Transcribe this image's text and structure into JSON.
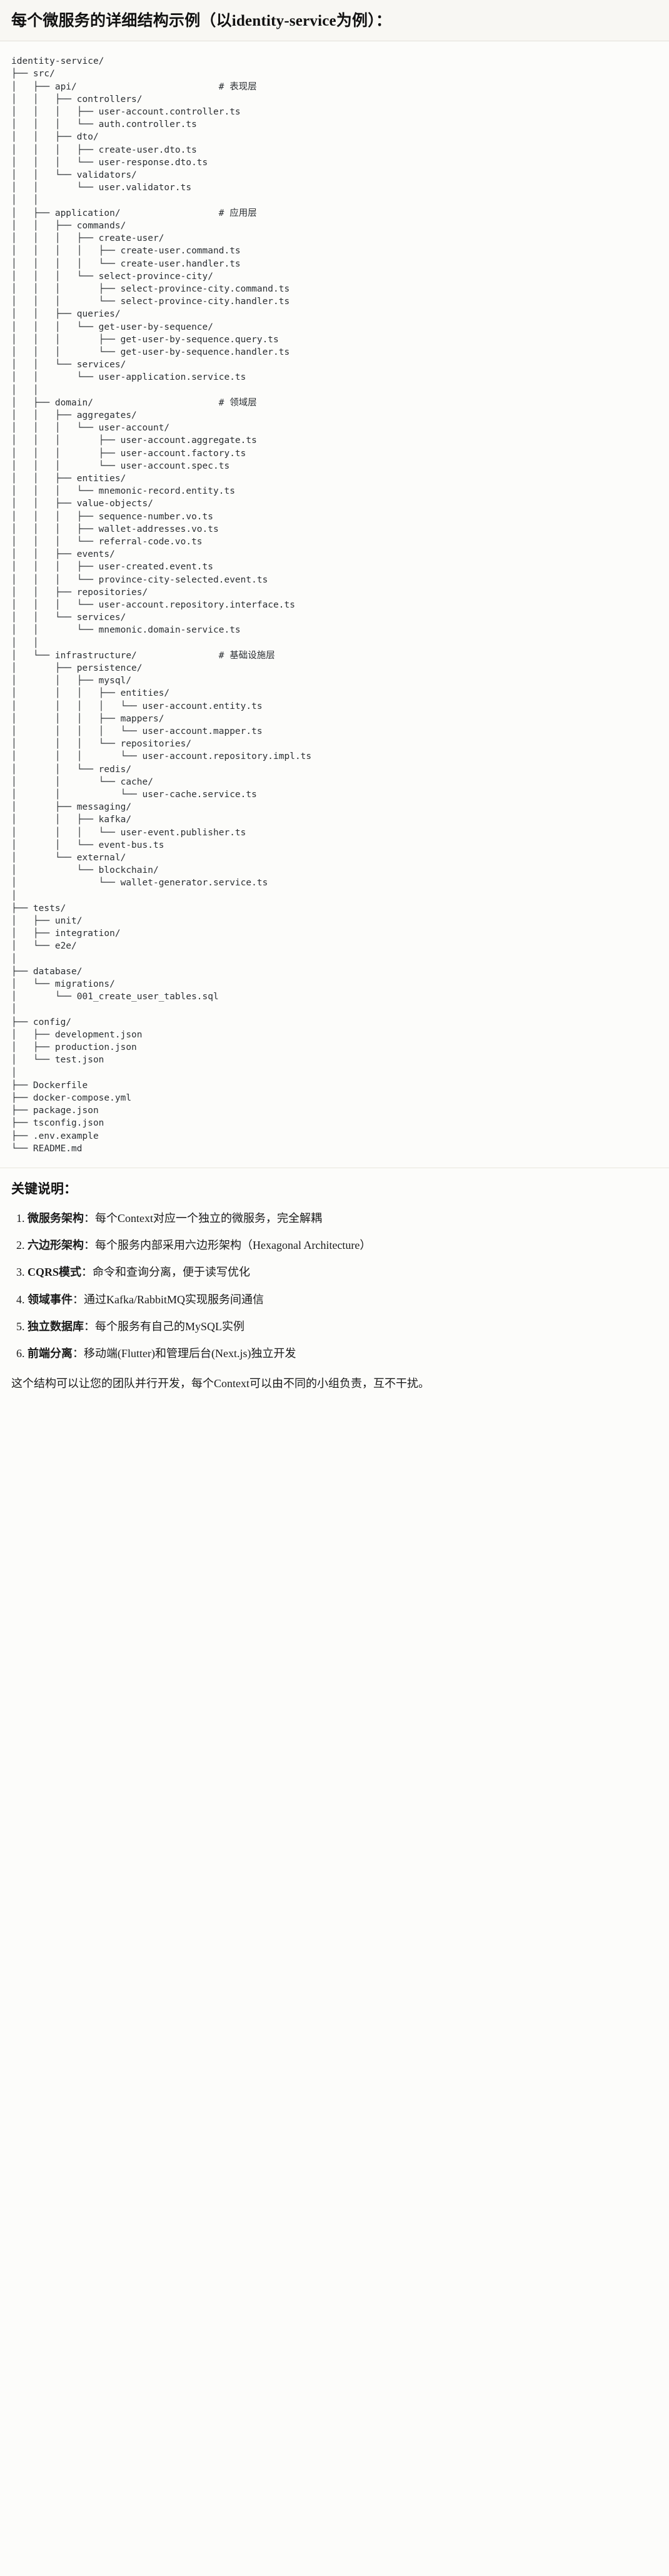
{
  "header": {
    "title": "每个微服务的详细结构示例（以identity-service为例）："
  },
  "tree": {
    "root": "identity-service/",
    "text": "identity-service/\n├── src/\n│   ├── api/                          # 表现层\n│   │   ├── controllers/\n│   │   │   ├── user-account.controller.ts\n│   │   │   └── auth.controller.ts\n│   │   ├── dto/\n│   │   │   ├── create-user.dto.ts\n│   │   │   └── user-response.dto.ts\n│   │   └── validators/\n│   │       └── user.validator.ts\n│   │\n│   ├── application/                  # 应用层\n│   │   ├── commands/\n│   │   │   ├── create-user/\n│   │   │   │   ├── create-user.command.ts\n│   │   │   │   └── create-user.handler.ts\n│   │   │   └── select-province-city/\n│   │   │       ├── select-province-city.command.ts\n│   │   │       └── select-province-city.handler.ts\n│   │   ├── queries/\n│   │   │   └── get-user-by-sequence/\n│   │   │       ├── get-user-by-sequence.query.ts\n│   │   │       └── get-user-by-sequence.handler.ts\n│   │   └── services/\n│   │       └── user-application.service.ts\n│   │\n│   ├── domain/                       # 领域层\n│   │   ├── aggregates/\n│   │   │   └── user-account/\n│   │   │       ├── user-account.aggregate.ts\n│   │   │       ├── user-account.factory.ts\n│   │   │       └── user-account.spec.ts\n│   │   ├── entities/\n│   │   │   └── mnemonic-record.entity.ts\n│   │   ├── value-objects/\n│   │   │   ├── sequence-number.vo.ts\n│   │   │   ├── wallet-addresses.vo.ts\n│   │   │   └── referral-code.vo.ts\n│   │   ├── events/\n│   │   │   ├── user-created.event.ts\n│   │   │   └── province-city-selected.event.ts\n│   │   ├── repositories/\n│   │   │   └── user-account.repository.interface.ts\n│   │   └── services/\n│   │       └── mnemonic.domain-service.ts\n│   │\n│   └── infrastructure/               # 基础设施层\n│       ├── persistence/\n│       │   ├── mysql/\n│       │   │   ├── entities/\n│       │   │   │   └── user-account.entity.ts\n│       │   │   ├── mappers/\n│       │   │   │   └── user-account.mapper.ts\n│       │   │   └── repositories/\n│       │   │       └── user-account.repository.impl.ts\n│       │   └── redis/\n│       │       └── cache/\n│       │           └── user-cache.service.ts\n│       ├── messaging/\n│       │   ├── kafka/\n│       │   │   └── user-event.publisher.ts\n│       │   └── event-bus.ts\n│       └── external/\n│           └── blockchain/\n│               └── wallet-generator.service.ts\n│\n├── tests/\n│   ├── unit/\n│   ├── integration/\n│   └── e2e/\n│\n├── database/\n│   └── migrations/\n│       └── 001_create_user_tables.sql\n│\n├── config/\n│   ├── development.json\n│   ├── production.json\n│   └── test.json\n│\n├── Dockerfile\n├── docker-compose.yml\n├── package.json\n├── tsconfig.json\n├── .env.example\n└── README.md",
    "layer_comments": [
      {
        "label": "# 表现层",
        "for": "api/"
      },
      {
        "label": "# 应用层",
        "for": "application/"
      },
      {
        "label": "# 领域层",
        "for": "domain/"
      },
      {
        "label": "# 基础设施层",
        "for": "infrastructure/"
      }
    ]
  },
  "keypoints": {
    "heading": "关键说明：",
    "items": [
      {
        "term": "微服务架构",
        "sep": "：",
        "desc": "每个Context对应一个独立的微服务，完全解耦"
      },
      {
        "term": "六边形架构",
        "sep": "：",
        "desc": "每个服务内部采用六边形架构（Hexagonal Architecture）"
      },
      {
        "term": "CQRS模式",
        "sep": "：",
        "desc": "命令和查询分离，便于读写优化"
      },
      {
        "term": "领域事件",
        "sep": "：",
        "desc": "通过Kafka/RabbitMQ实现服务间通信"
      },
      {
        "term": "独立数据库",
        "sep": "：",
        "desc": "每个服务有自己的MySQL实例"
      },
      {
        "term": "前端分离",
        "sep": "：",
        "desc": "移动端(Flutter)和管理后台(Next.js)独立开发"
      }
    ],
    "footer": "这个结构可以让您的团队并行开发，每个Context可以由不同的小组负责，互不干扰。"
  }
}
